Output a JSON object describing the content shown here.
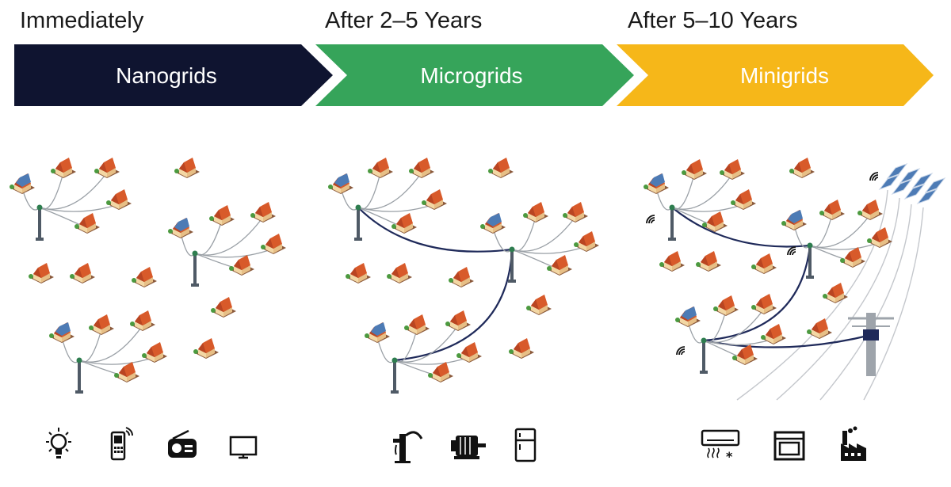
{
  "phases": [
    {
      "timing": "Immediately",
      "grid": "Nanogrids",
      "color": "#0f1430",
      "appliances": [
        "light-bulb-icon",
        "mobile-phone-icon",
        "radio-icon",
        "tv-icon"
      ]
    },
    {
      "timing": "After 2–5 Years",
      "grid": "Microgrids",
      "color": "#36a45a",
      "appliances": [
        "water-pump-icon",
        "electric-motor-icon",
        "refrigerator-icon"
      ]
    },
    {
      "timing": "After 5–10 Years",
      "grid": "Minigrids",
      "color": "#f6b719",
      "appliances": [
        "air-conditioner-icon",
        "oven-icon",
        "factory-icon"
      ]
    }
  ],
  "colors": {
    "house_roof": "#d85a2a",
    "house_wall": "#f3d7a4",
    "solar_panel": "#4d7bb5",
    "pole": "#4f5a66",
    "interconnect": "#1f2a5a",
    "wire": "#9aa0a6"
  }
}
